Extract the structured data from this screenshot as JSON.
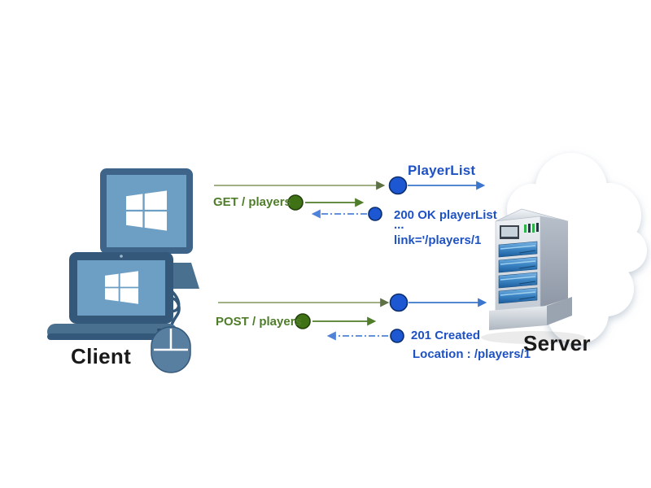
{
  "diagram": {
    "client": {
      "label": "Client",
      "icon": "desktop-laptop-mouse-icon"
    },
    "server": {
      "label": "Server",
      "icon": "server-tower-icon",
      "cloud": "cloud-icon"
    },
    "get_flow": {
      "resource_label": "PlayerList",
      "request_label": "GET / players",
      "response_lines": [
        "200 OK playerList",
        "...",
        "link='/players/1"
      ]
    },
    "post_flow": {
      "request_label": "POST / players",
      "response_lines": [
        "201 Created",
        "Location : /players/1"
      ]
    },
    "colors": {
      "blue_text": "#1e52c4",
      "green_text": "#4f7d2a",
      "olive_line": "#92a573",
      "arrow_olive": "#5d7144",
      "blue_line": "#3c76cc",
      "dash_line": "#4f82d8",
      "blue_node": "#1d57d1",
      "blue_node_border": "#0a2e6e",
      "green_node": "#3e7214",
      "green_node_border": "#24410c",
      "label_text": "#1a1a1a",
      "client_steel": "#46708f"
    }
  }
}
